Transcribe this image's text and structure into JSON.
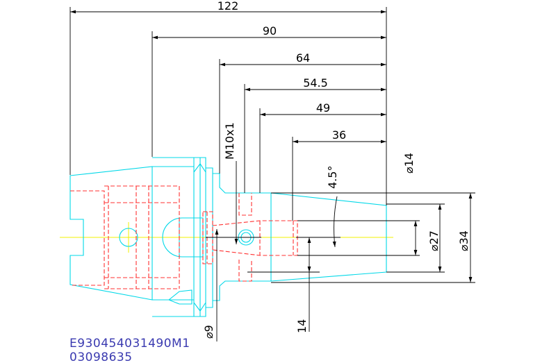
{
  "colors": {
    "outline": "#00d8e8",
    "hidden": "#ff3030",
    "centerline": "#f0f000",
    "dimension": "#000000",
    "label": "#3a3ab0"
  },
  "dimensions": {
    "length_total": "122",
    "length_90": "90",
    "length_64": "64",
    "length_54_5": "54.5",
    "length_49": "49",
    "length_36": "36",
    "thread": "M10x1",
    "angle": "4.5°",
    "dia_14": "⌀14",
    "dia_27": "⌀27",
    "dia_34": "⌀34",
    "dia_9": "⌀9",
    "height_14": "14"
  },
  "part_info": {
    "code": "E930454031490M1",
    "number": "03098635"
  }
}
